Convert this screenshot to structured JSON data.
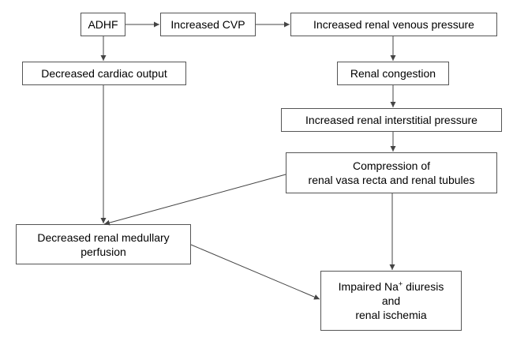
{
  "nodes": {
    "adhf": {
      "label": "ADHF"
    },
    "increased_cvp": {
      "label": "Increased CVP"
    },
    "increased_renal_venous_pressure": {
      "label": "Increased renal venous pressure"
    },
    "decreased_cardiac_output": {
      "label": "Decreased cardiac output"
    },
    "renal_congestion": {
      "label": "Renal congestion"
    },
    "increased_renal_interstitial_pressure": {
      "label": "Increased renal interstitial pressure"
    },
    "compression": {
      "line1": "Compression of",
      "line2": "renal vasa recta and renal tubules"
    },
    "decreased_medullary_perfusion": {
      "line1": "Decreased renal medullary",
      "line2": "perfusion"
    },
    "impaired_diuresis": {
      "line1_pre": "Impaired Na",
      "line1_sup": "+",
      "line1_post": " diuresis",
      "line2": "and",
      "line3": "renal ischemia"
    }
  },
  "edges": [
    {
      "from": "adhf",
      "to": "increased_cvp"
    },
    {
      "from": "increased_cvp",
      "to": "increased_renal_venous_pressure"
    },
    {
      "from": "adhf",
      "to": "decreased_cardiac_output"
    },
    {
      "from": "increased_renal_venous_pressure",
      "to": "renal_congestion"
    },
    {
      "from": "renal_congestion",
      "to": "increased_renal_interstitial_pressure"
    },
    {
      "from": "increased_renal_interstitial_pressure",
      "to": "compression"
    },
    {
      "from": "decreased_cardiac_output",
      "to": "decreased_medullary_perfusion"
    },
    {
      "from": "compression",
      "to": "decreased_medullary_perfusion"
    },
    {
      "from": "compression",
      "to": "impaired_diuresis"
    },
    {
      "from": "decreased_medullary_perfusion",
      "to": "impaired_diuresis"
    }
  ],
  "colors": {
    "border": "#555555",
    "arrow": "#444444",
    "text": "#000000"
  }
}
